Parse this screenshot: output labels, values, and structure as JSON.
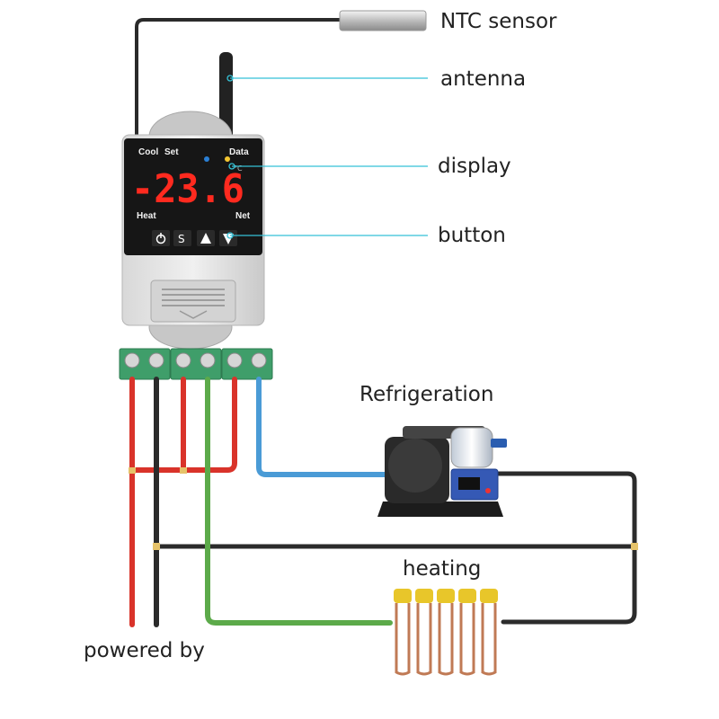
{
  "labels": {
    "ntc_sensor": "NTC sensor",
    "antenna": "antenna",
    "display": "display",
    "button": "button",
    "refrigeration": "Refrigeration",
    "heating": "heating",
    "powered_by": "powered by"
  },
  "device": {
    "cool": "Cool",
    "set": "Set",
    "data": "Data",
    "heat": "Heat",
    "net": "Net",
    "temperature_reading": "-23.6",
    "buttons": [
      "power",
      "S",
      "up",
      "down"
    ],
    "button_s_label": "S",
    "led_colors": {
      "set": "#2a7fd4",
      "data": "#f3c531"
    }
  },
  "colors": {
    "wire_red": "#d9332a",
    "wire_black": "#2b2b2b",
    "wire_green": "#5caa4a",
    "wire_blue": "#4a9bd6",
    "callout_line": "#35c1d6",
    "terminal_green": "#3f9e6a"
  }
}
